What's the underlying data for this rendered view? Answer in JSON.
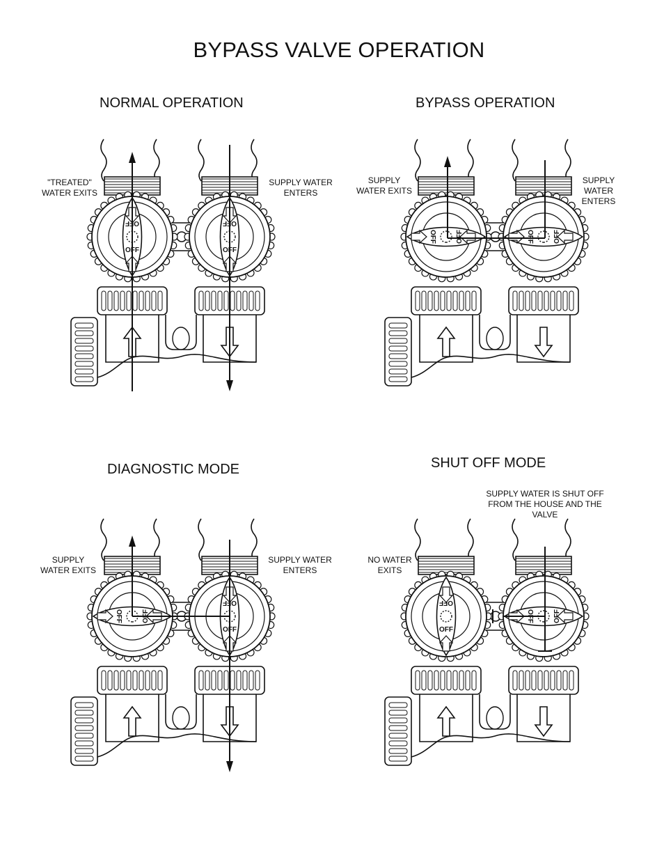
{
  "title": "BYPASS VALVE OPERATION",
  "panels": [
    {
      "title": "NORMAL OPERATION",
      "label_left": [
        "\"TREATED\"",
        "WATER EXITS"
      ],
      "label_right": [
        "SUPPLY WATER",
        "ENTERS"
      ]
    },
    {
      "title": "BYPASS OPERATION",
      "label_left": [
        "SUPPLY",
        "WATER EXITS"
      ],
      "label_right": [
        "SUPPLY",
        "WATER",
        "ENTERS"
      ]
    },
    {
      "title": "DIAGNOSTIC MODE",
      "label_left": [
        "SUPPLY",
        "WATER EXITS"
      ],
      "label_right": [
        "SUPPLY WATER",
        "ENTERS"
      ]
    },
    {
      "title": "SHUT OFF MODE",
      "label_left": [
        "NO WATER",
        "EXITS"
      ],
      "label_right": [
        "SUPPLY WATER IS SHUT OFF",
        "FROM THE HOUSE AND THE",
        "VALVE"
      ]
    }
  ],
  "handle_text": "OFF",
  "line_color": "#111111"
}
